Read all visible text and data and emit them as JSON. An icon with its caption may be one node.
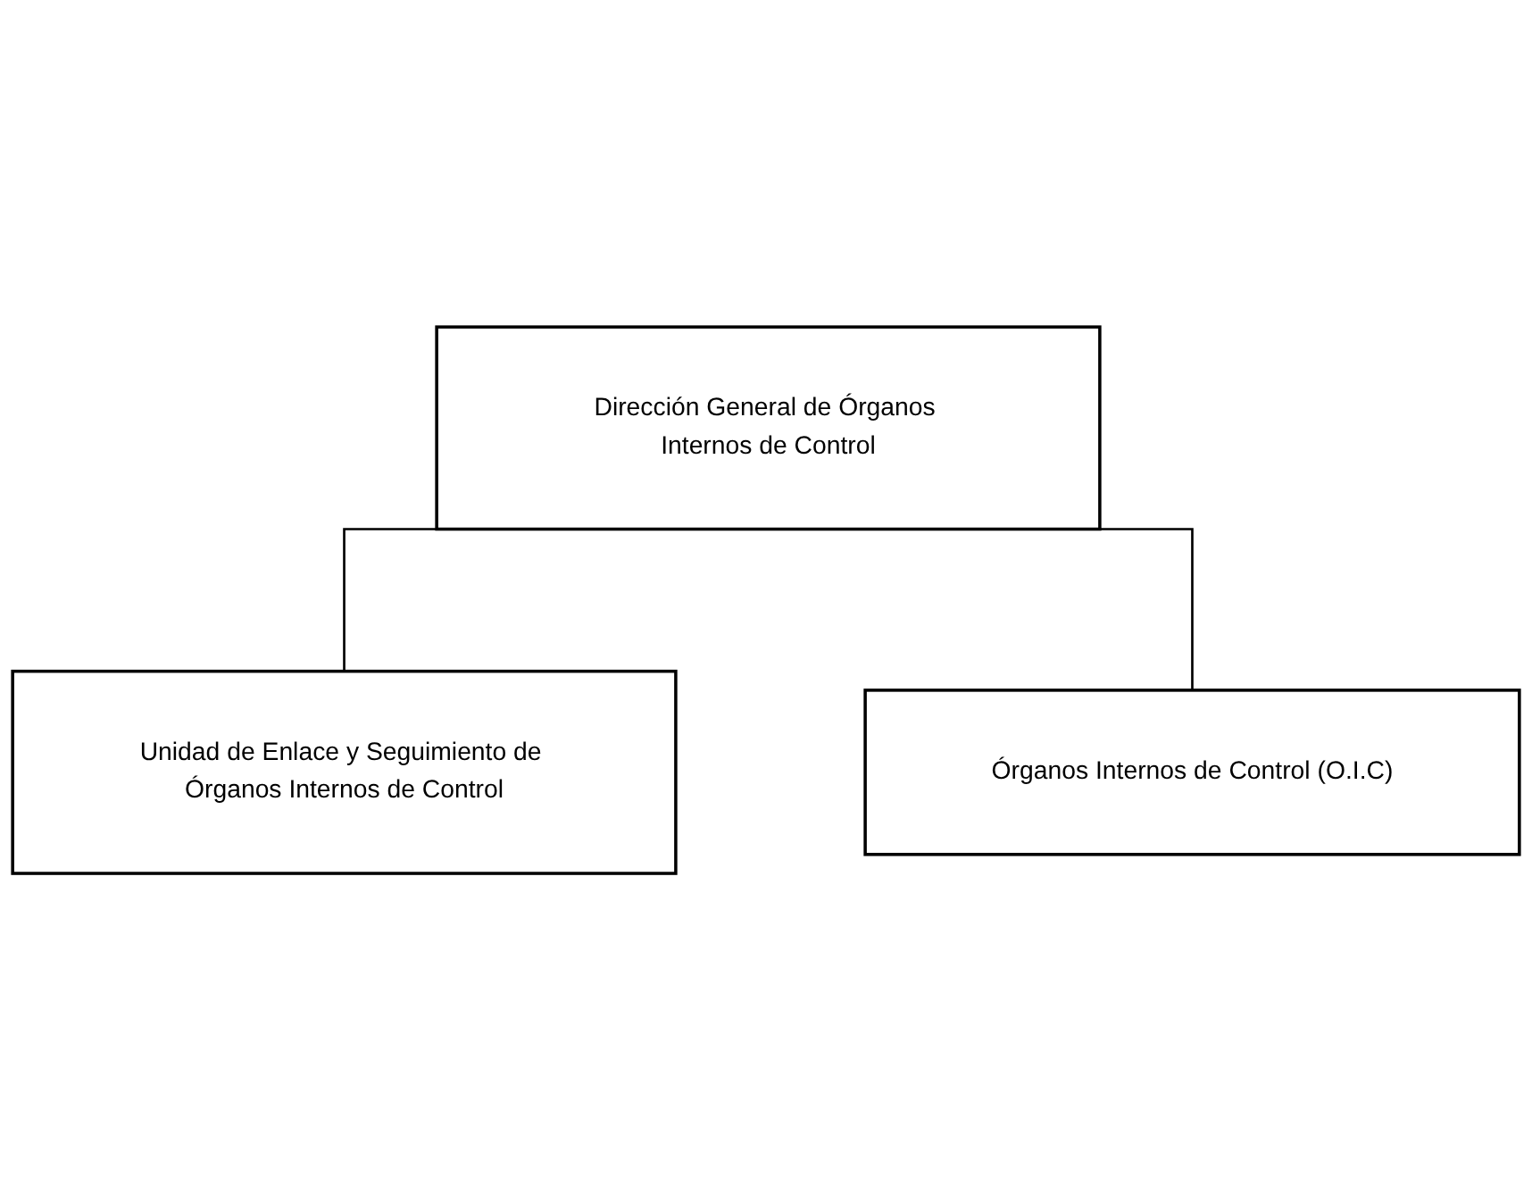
{
  "diagram": {
    "nodes": [
      {
        "text": [
          "Dirección General de Órganos Internos de Control"
        ]
      },
      {
        "text": [
          "Unidad de Enlace y Seguimiento de Órganos Internos de Control"
        ]
      },
      {
        "text": [
          "Órganos Internos de Control (O.I.C)"
        ]
      }
    ],
    "edges": [
      {
        "from": 0,
        "to": 1,
        "arrow": "none"
      },
      {
        "from": 0,
        "to": 2,
        "arrow": "none"
      }
    ]
  }
}
